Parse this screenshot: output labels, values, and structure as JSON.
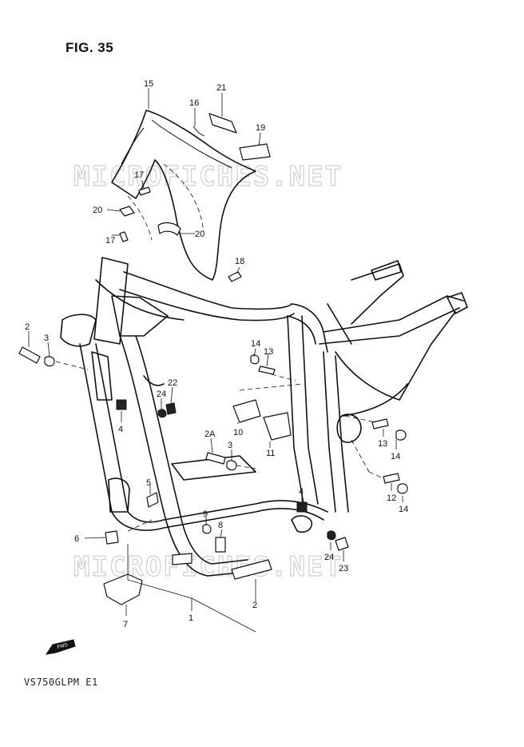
{
  "figure": {
    "title": "FIG. 35",
    "model_code": "VS750GLPM E1"
  },
  "watermark": "MICROFICHES.NET",
  "fwd_label": "FWD",
  "callouts": {
    "p15": "15",
    "p21": "21",
    "p16": "16",
    "p19": "19",
    "p17a": "17",
    "p20a": "20",
    "p17b": "17",
    "p20b": "20",
    "p18": "18",
    "p2": "2",
    "p3a": "3",
    "p14a": "14",
    "p13a": "13",
    "p22": "22",
    "p24a": "24",
    "p4a": "4",
    "p10": "10",
    "p2a": "2A",
    "p3b": "3",
    "p11": "11",
    "p13b": "13",
    "p14b": "14",
    "p5": "5",
    "p4b": "4",
    "p12": "12",
    "p14c": "14",
    "p9": "9",
    "p8": "8",
    "p6": "6",
    "p24b": "24",
    "p23": "23",
    "p7": "7",
    "p1": "1",
    "p2b": "2"
  }
}
